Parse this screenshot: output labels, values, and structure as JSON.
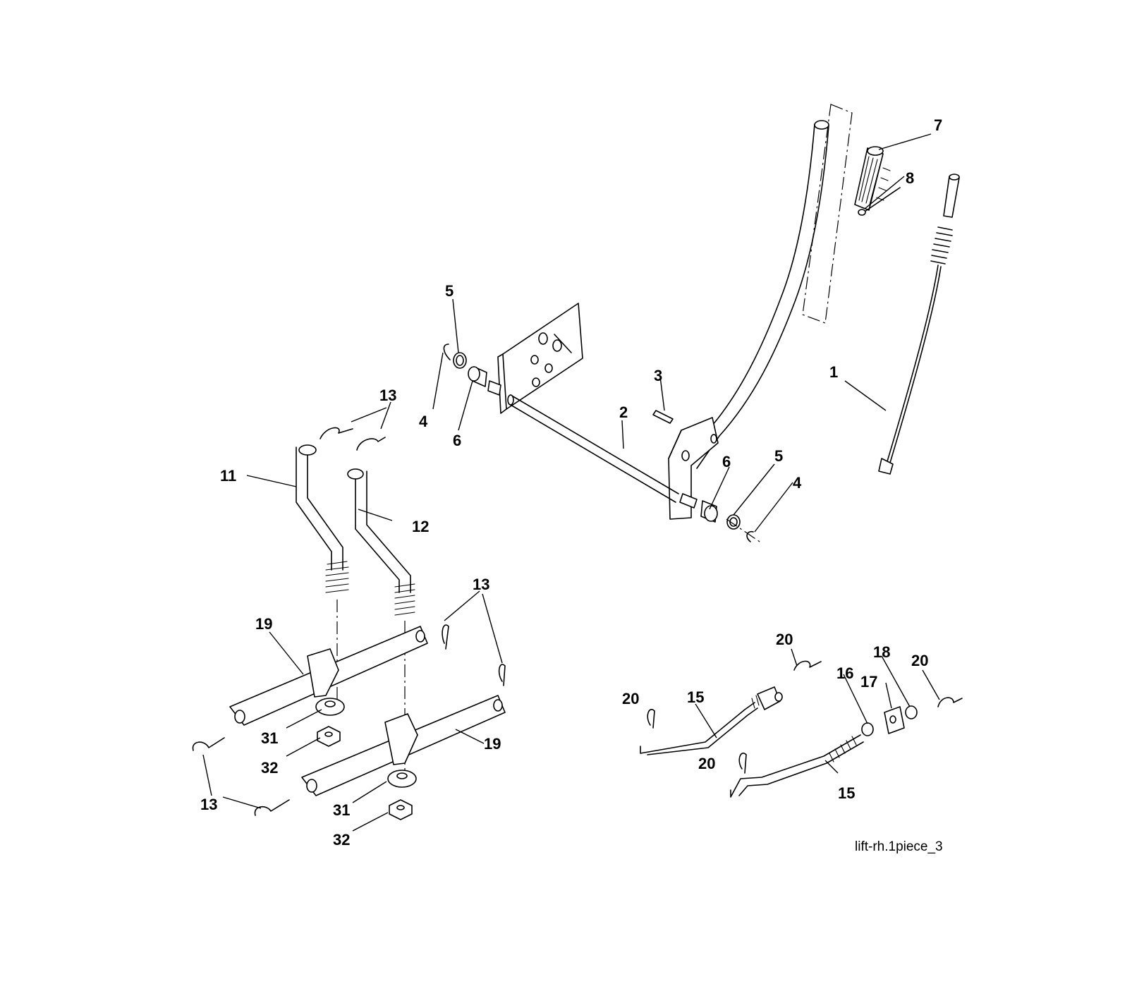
{
  "diagram": {
    "reference_code": "lift-rh.1piece_3",
    "callouts": {
      "c1": "1",
      "c2": "2",
      "c3": "3",
      "c4a": "4",
      "c4b": "4",
      "c5a": "5",
      "c5b": "5",
      "c6a": "6",
      "c6b": "6",
      "c7": "7",
      "c8": "8",
      "c11": "11",
      "c12": "12",
      "c13a": "13",
      "c13b": "13",
      "c13c": "13",
      "c15a": "15",
      "c15b": "15",
      "c16": "16",
      "c17": "17",
      "c18": "18",
      "c19a": "19",
      "c19b": "19",
      "c20a": "20",
      "c20b": "20",
      "c20c": "20",
      "c20d": "20",
      "c31a": "31",
      "c31b": "31",
      "c32a": "32",
      "c32b": "32"
    }
  }
}
